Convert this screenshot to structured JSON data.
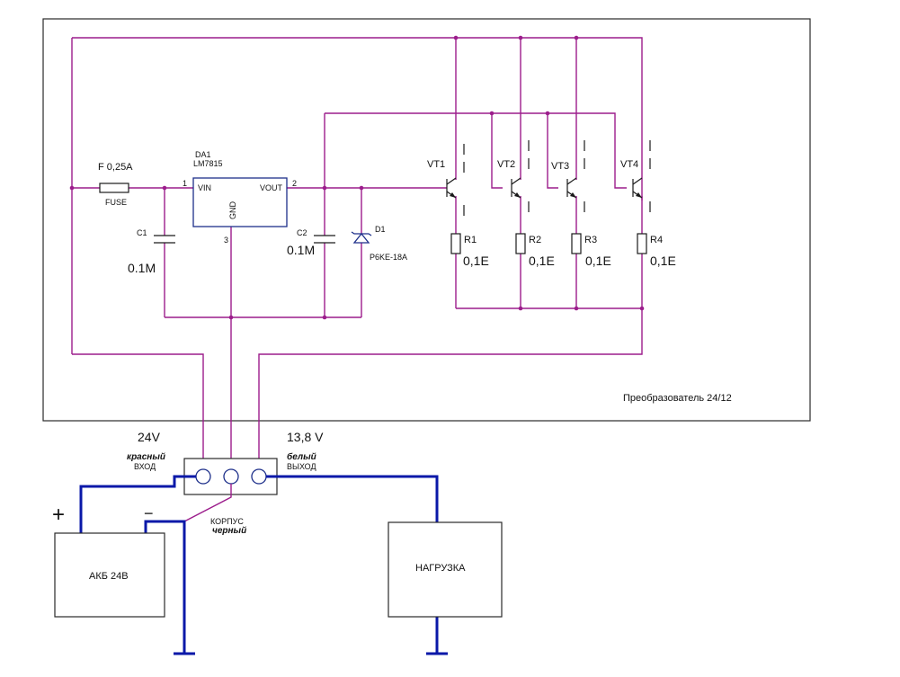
{
  "board_label": "Преобразователь 24/12",
  "fuse": {
    "value": "F 0,25A",
    "name": "FUSE"
  },
  "regulator": {
    "ref": "DA1",
    "part": "LM7815",
    "pin_vin": "VIN",
    "pin_vout": "VOUT",
    "pin_gnd": "GND",
    "pin1": "1",
    "pin2": "2",
    "pin3": "3"
  },
  "c1": {
    "ref": "C1",
    "value": "0.1M"
  },
  "c2": {
    "ref": "C2",
    "value": "0.1M"
  },
  "diode": {
    "ref": "D1",
    "part": "P6KE-18A"
  },
  "transistors": [
    "VT1",
    "VT2",
    "VT3",
    "VT4"
  ],
  "resistors": [
    {
      "ref": "R1",
      "value": "0,1E"
    },
    {
      "ref": "R2",
      "value": "0,1E"
    },
    {
      "ref": "R3",
      "value": "0,1E"
    },
    {
      "ref": "R4",
      "value": "0,1E"
    }
  ],
  "connector": {
    "input_voltage": "24V",
    "input_color": "красный",
    "input_label": "ВХОД",
    "output_voltage": "13,8 V",
    "output_color": "белый",
    "output_label": "ВЫХОД",
    "case_label": "КОРПУС",
    "case_color": "черный"
  },
  "battery": {
    "label": "АКБ 24В",
    "plus": "+",
    "minus": "−"
  },
  "load": {
    "label": "НАГРУЗКА"
  },
  "colors": {
    "wire": "#9c1d8c",
    "external_wire": "#0a18a8",
    "outline": "#2a2a2a"
  }
}
